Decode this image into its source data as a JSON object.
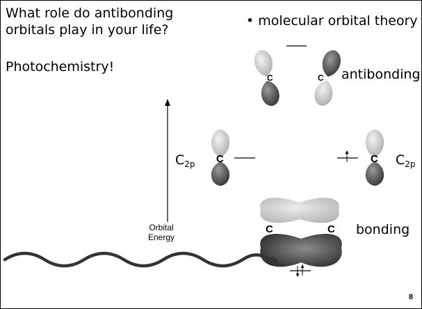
{
  "slide": {
    "question": "What role do antibonding orbitals play in your life?",
    "bullet": "• molecular orbital theory",
    "answer": "Photochemistry!",
    "antibonding_label": "antibonding",
    "bonding_label": "bonding",
    "axis_label_line1": "Orbital",
    "axis_label_line2": "Energy",
    "c2p_main": "C",
    "c2p_sub": "2p",
    "atom_label": "C",
    "page_number": "8"
  },
  "colors": {
    "orbital_light": "#d4d4d4",
    "orbital_dark": "#444444",
    "wave": "#333333",
    "text": "#000000"
  }
}
